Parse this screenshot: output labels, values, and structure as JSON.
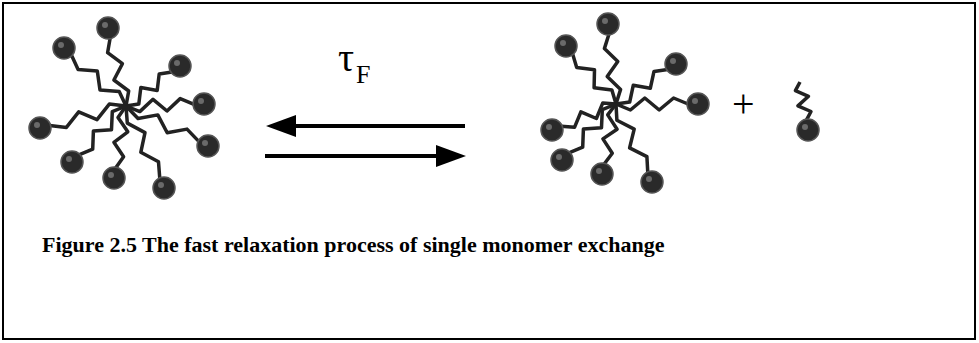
{
  "diagram": {
    "caption": "Figure 2.5 The fast relaxation process of single monomer exchange",
    "labels": [
      "τF",
      "+"
    ]
  }
}
